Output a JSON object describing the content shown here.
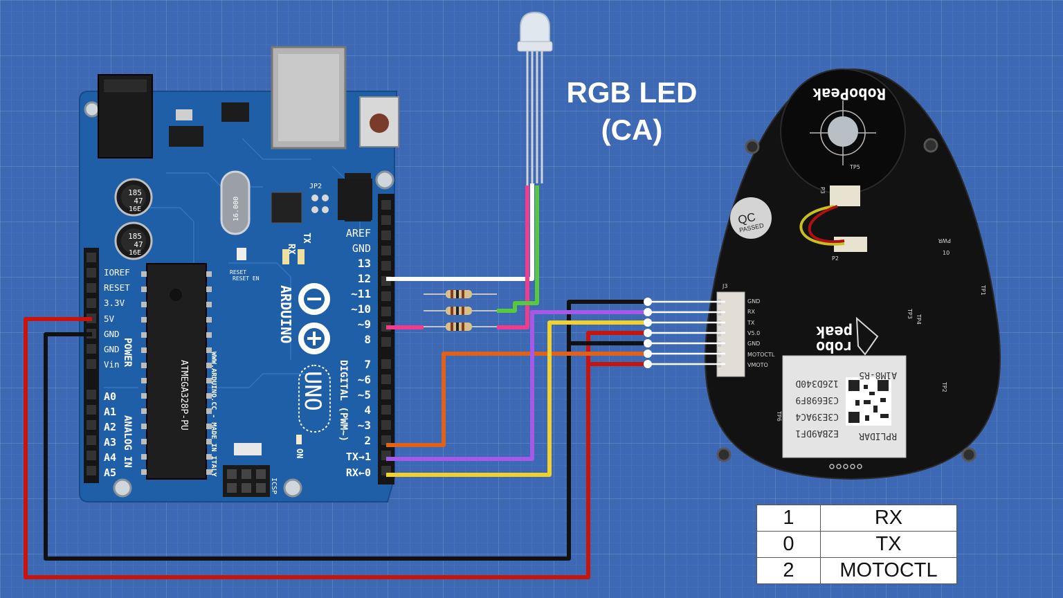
{
  "led": {
    "title": "RGB LED",
    "subtitle": "(CA)"
  },
  "arduino": {
    "brand": "ARDUINO",
    "model": "UNO",
    "power_title": "POWER",
    "analog_title": "ANALOG IN",
    "digital_title": "DIGITAL (PWM~)",
    "made_in": "WWW.ARDUINO.CC - MADE IN ITALY",
    "chip": "ATMEGA328P-PU",
    "crystal": "16.000",
    "reset": "RESET",
    "reset_en": "RESET EN",
    "icsp": "ICSP",
    "on_label": "ON",
    "rx_led": "RX",
    "tx_led": "TX",
    "jp2": "JP2",
    "power_pins": [
      "IOREF",
      "RESET",
      "3.3V",
      "5V",
      "GND",
      "GND",
      "Vin"
    ],
    "analog_pins": [
      "A0",
      "A1",
      "A2",
      "A3",
      "A4",
      "A5"
    ],
    "digital_pins_top": [
      "AREF",
      "GND",
      "13",
      "12",
      "~11",
      "~10",
      "~9",
      "8"
    ],
    "digital_pins_bottom": [
      "7",
      "~6",
      "~5",
      "4",
      "~3",
      "2",
      "TX→1",
      "RX←0"
    ],
    "cap1": [
      "185",
      "47",
      "16E"
    ],
    "cap2": [
      "185",
      "47",
      "16E"
    ]
  },
  "lidar": {
    "brand": "RoboPeak",
    "qc": "QC",
    "qc_passed": "PASSED",
    "pwr": "PWR",
    "j3": "J3",
    "connector_pins": [
      "GND",
      "RX",
      "TX",
      "V5.0",
      "GND",
      "MOTOCTL",
      "VMOTO"
    ],
    "model": "A1M8-R5",
    "name": "RPLIDAR",
    "serials": [
      "126D340D",
      "C3E698F9",
      "C3E39AC4",
      "E2BA9DF1"
    ],
    "logo_line1": "robo",
    "logo_line2": "peak",
    "tp_labels": [
      "TP1",
      "TP2",
      "TP3",
      "TP4",
      "TP5",
      "TP6",
      "P2",
      "P3",
      "10"
    ]
  },
  "pin_table": {
    "rows": [
      {
        "arduino_pin": "1",
        "lidar_pin": "RX"
      },
      {
        "arduino_pin": "0",
        "lidar_pin": "TX"
      },
      {
        "arduino_pin": "2",
        "lidar_pin": "MOTOCTL"
      }
    ]
  },
  "wire_colors": {
    "red": "#c8140c",
    "black": "#111111",
    "white": "#ffffff",
    "pink": "#f03c8c",
    "green": "#58c83c",
    "purple": "#a45ae6",
    "yellow": "#f2d22a",
    "orange": "#e0621a"
  },
  "board_colors": {
    "arduino": "#1f5fa8",
    "lidar": "#121212"
  }
}
